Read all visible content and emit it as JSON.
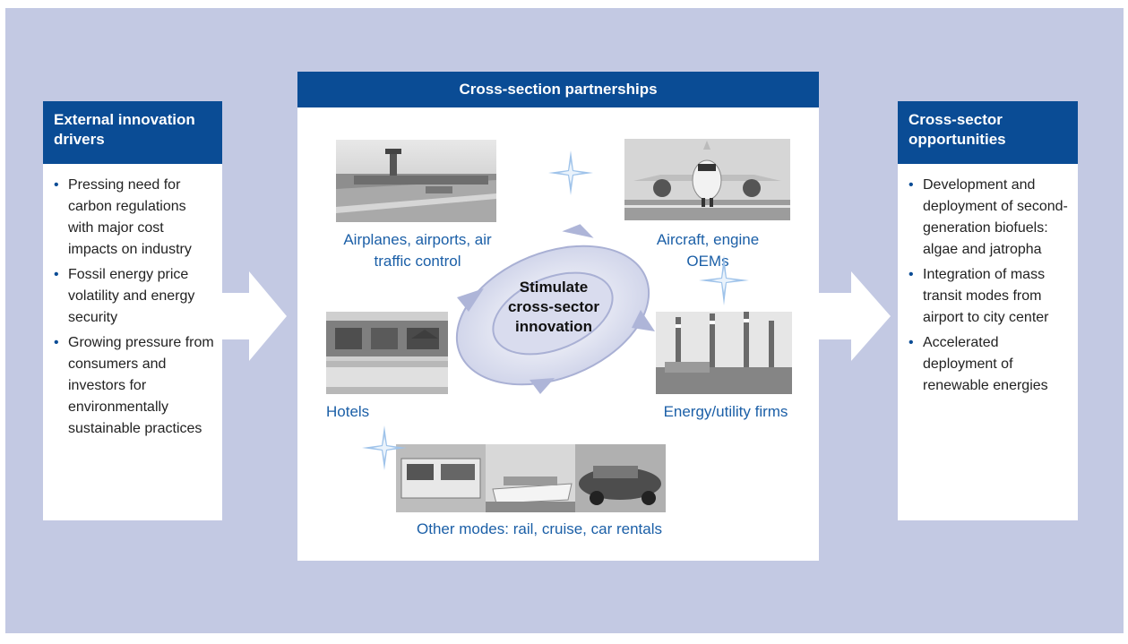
{
  "left_panel": {
    "title": "External innovation drivers",
    "items": [
      "Pressing need for carbon regulations with major cost impacts on industry",
      "Fossil energy price volatility and energy security",
      "Growing pressure from consumers and investors for environmentally sustainable practices"
    ]
  },
  "center_panel": {
    "title": "Cross-section partnerships",
    "cycle_label": "Stimulate cross-sector innovation",
    "captions": {
      "airports": "Airplanes, airports, air traffic control",
      "aircraft": "Aircraft, engine OEMs",
      "hotels": "Hotels",
      "energy": "Energy/utility firms",
      "other_modes": "Other modes: rail, cruise, car rentals"
    }
  },
  "right_panel": {
    "title": "Cross-sector opportunities",
    "items": [
      "Development and deployment of second-generation biofuels: algae and jatropha",
      "Integration of mass transit modes from airport to city center",
      "Accelerated deployment of renewable energies"
    ]
  },
  "colors": {
    "background": "#c3c9e3",
    "header": "#0a4c95",
    "caption": "#1b5fa7"
  }
}
